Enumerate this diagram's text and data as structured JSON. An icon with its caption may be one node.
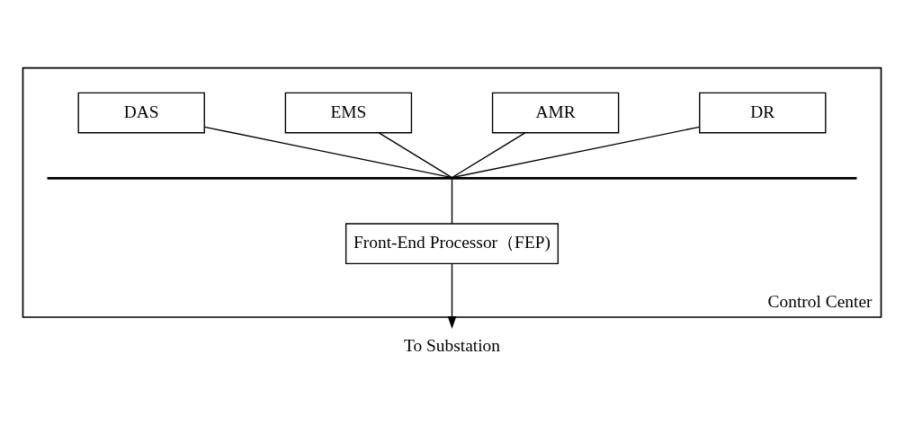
{
  "diagram": {
    "nodes": [
      {
        "text": [
          "Control Center"
        ]
      },
      {
        "text": [
          "DAS"
        ],
        "in": 0
      },
      {
        "text": [
          "EMS"
        ],
        "in": 0
      },
      {
        "text": [
          "AMR"
        ],
        "in": 0
      },
      {
        "text": [
          "DR"
        ],
        "in": 0
      },
      {
        "text": [],
        "shape": "bar",
        "in": 0
      },
      {
        "text": [
          "Front-End Processor（FEP)"
        ],
        "in": 0
      },
      {
        "text": [
          "To Substation"
        ]
      }
    ],
    "edges": [
      {
        "from": 1,
        "to": 5,
        "arrow": "none"
      },
      {
        "from": 2,
        "to": 5,
        "arrow": "none"
      },
      {
        "from": 3,
        "to": 5,
        "arrow": "none"
      },
      {
        "from": 4,
        "to": 5,
        "arrow": "none"
      },
      {
        "from": 5,
        "to": 6,
        "arrow": "none"
      },
      {
        "from": 6,
        "to": 7,
        "arrow": "to"
      }
    ]
  }
}
